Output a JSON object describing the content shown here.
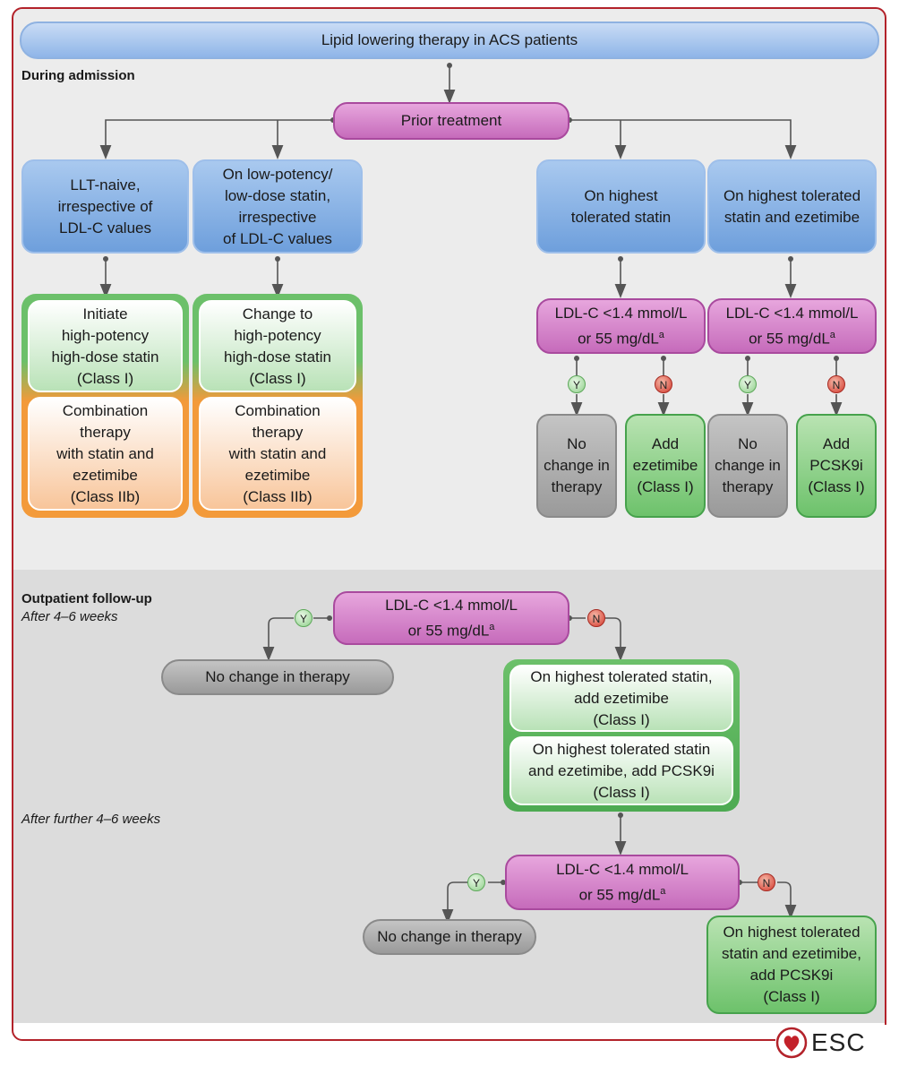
{
  "title": "Lipid lowering therapy in ACS patients",
  "sections": {
    "admission": "During admission",
    "outpatient": "Outpatient follow-up",
    "after1": "After 4–6 weeks",
    "after2": "After further 4–6 weeks"
  },
  "prior_treatment": "Prior treatment",
  "branches": {
    "naive": [
      "LLT-naive,",
      "irrespective of",
      "LDL-C values"
    ],
    "lowdose": [
      "On low-potency/",
      "low-dose statin,",
      "irrespective",
      "of LDL-C values"
    ],
    "highest": [
      "On highest",
      "tolerated statin"
    ],
    "highest_eze": [
      "On highest tolerated",
      "statin and ezetimibe"
    ]
  },
  "naive_rec": {
    "first": [
      "Initiate",
      "high-potency",
      "high-dose statin",
      "(Class I)"
    ],
    "second": [
      "Combination",
      "therapy",
      "with statin and",
      "ezetimibe",
      "(Class IIb)"
    ]
  },
  "lowdose_rec": {
    "first": [
      "Change to",
      "high-potency",
      "high-dose statin",
      "(Class I)"
    ],
    "second": [
      "Combination",
      "therapy",
      "with statin and",
      "ezetimibe",
      "(Class IIb)"
    ]
  },
  "ldl_line1": "LDL-C <1.4 mmol/L",
  "ldl_line2": "or 55 mg/dL",
  "ldl_sup": "a",
  "yes": "Y",
  "no": "N",
  "outcomes": {
    "no_change": [
      "No",
      "change in",
      "therapy"
    ],
    "add_eze": [
      "Add",
      "ezetimibe",
      "(Class I)"
    ],
    "add_pcsk9": [
      "Add",
      "PCSK9i",
      "(Class I)"
    ]
  },
  "no_change_therapy": "No change in therapy",
  "followup_rec": {
    "first": [
      "On highest tolerated statin,",
      "add ezetimibe",
      "(Class I)"
    ],
    "second": [
      "On highest tolerated statin",
      "and ezetimibe, add PCSK9i",
      "(Class I)"
    ]
  },
  "final_rec": [
    "On highest tolerated",
    "statin and ezetimibe,",
    "add PCSK9i",
    "(Class I)"
  ],
  "logo": "ESC",
  "colors": {
    "frame": "#b3222a",
    "blue": "#6e9fdc",
    "magenta": "#c66bbb",
    "green": "#6dc26b",
    "orange": "#f39a3a",
    "gray": "#9a9a9a"
  }
}
